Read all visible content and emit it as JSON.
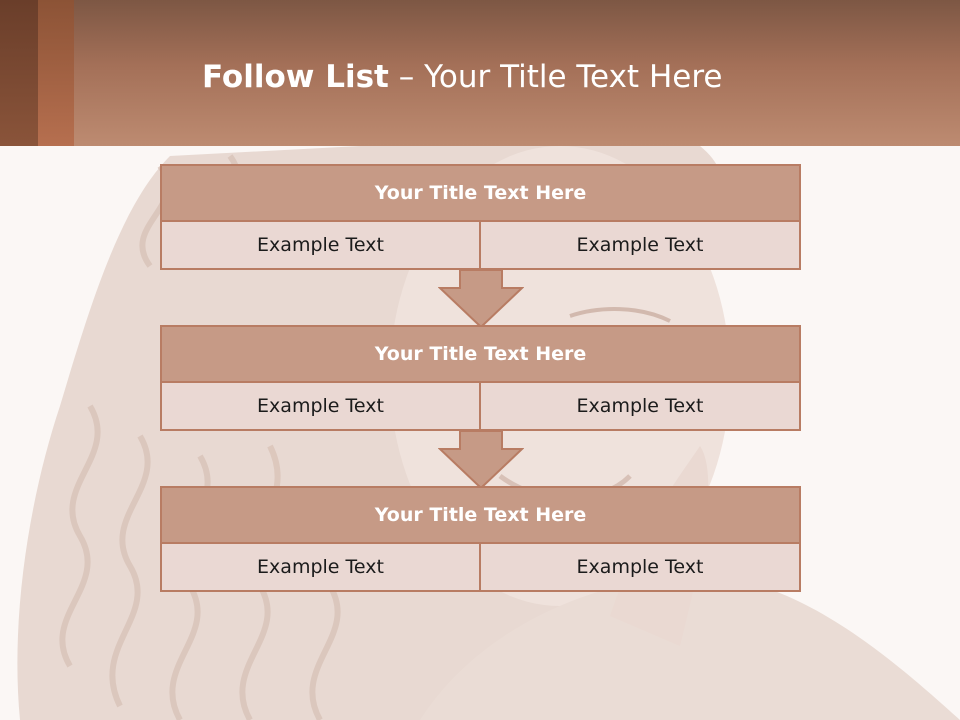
{
  "slide": {
    "title_bold": "Follow List",
    "title_rest": " – Your Title Text Here"
  },
  "blocks": [
    {
      "title": "Your Title Text Here",
      "left": "Example Text",
      "right": "Example Text"
    },
    {
      "title": "Your Title Text Here",
      "left": "Example Text",
      "right": "Example Text"
    },
    {
      "title": "Your Title Text Here",
      "left": "Example Text",
      "right": "Example Text"
    }
  ],
  "colors": {
    "header": "#a47058",
    "block_title_bg": "#c69a86",
    "block_cell_bg": "#ead8d3",
    "block_border": "#b87c63",
    "arrow": "#c69a86"
  }
}
